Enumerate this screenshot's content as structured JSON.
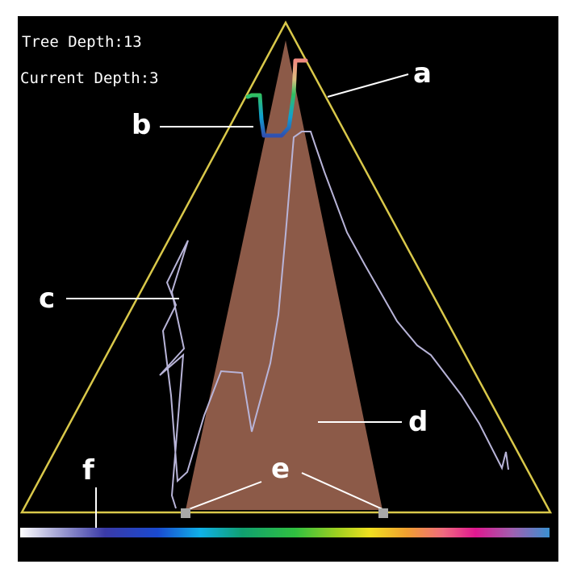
{
  "status": {
    "tree_depth": "Tree Depth:13",
    "current_depth": "Current Depth:3"
  },
  "labels": {
    "a": "a",
    "b": "b",
    "c": "c",
    "d": "d",
    "e": "e",
    "f": "f"
  },
  "colors": {
    "background": "#000000",
    "outer_triangle": "#d9c84a",
    "inner_wedge": "#8c5a48",
    "profile_line": "#b8b4d8",
    "pointer_lines": "#ffffff",
    "marker": "#a8a8a8"
  }
}
